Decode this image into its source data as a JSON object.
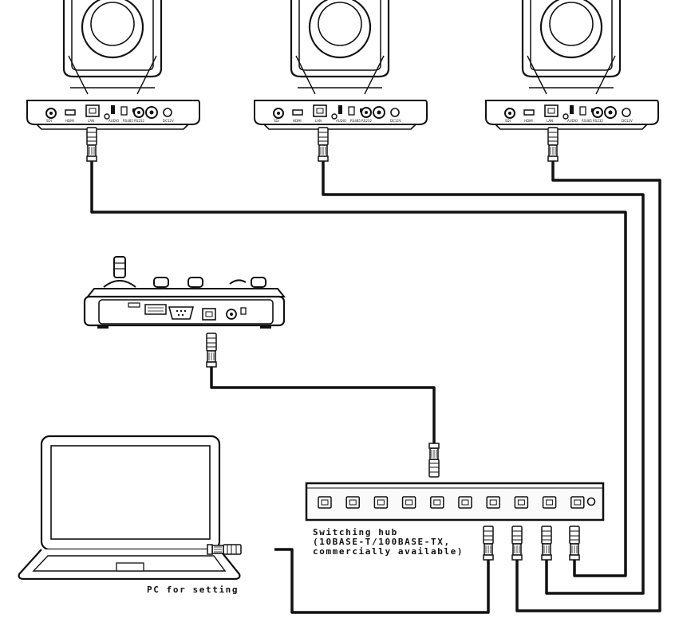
{
  "hub": {
    "label_lines": [
      "Switching hub",
      "(10BASE-T/100BASE-TX,",
      "commercially available)"
    ],
    "port_count": 10
  },
  "pc": {
    "label": "PC for setting"
  },
  "cameras": [
    {
      "id": "camera-1"
    },
    {
      "id": "camera-2"
    },
    {
      "id": "camera-3"
    }
  ],
  "controller": {
    "id": "controller"
  },
  "colors": {
    "line": "#111111",
    "fill": "#ffffff",
    "hub_fill": "#fafafa"
  }
}
